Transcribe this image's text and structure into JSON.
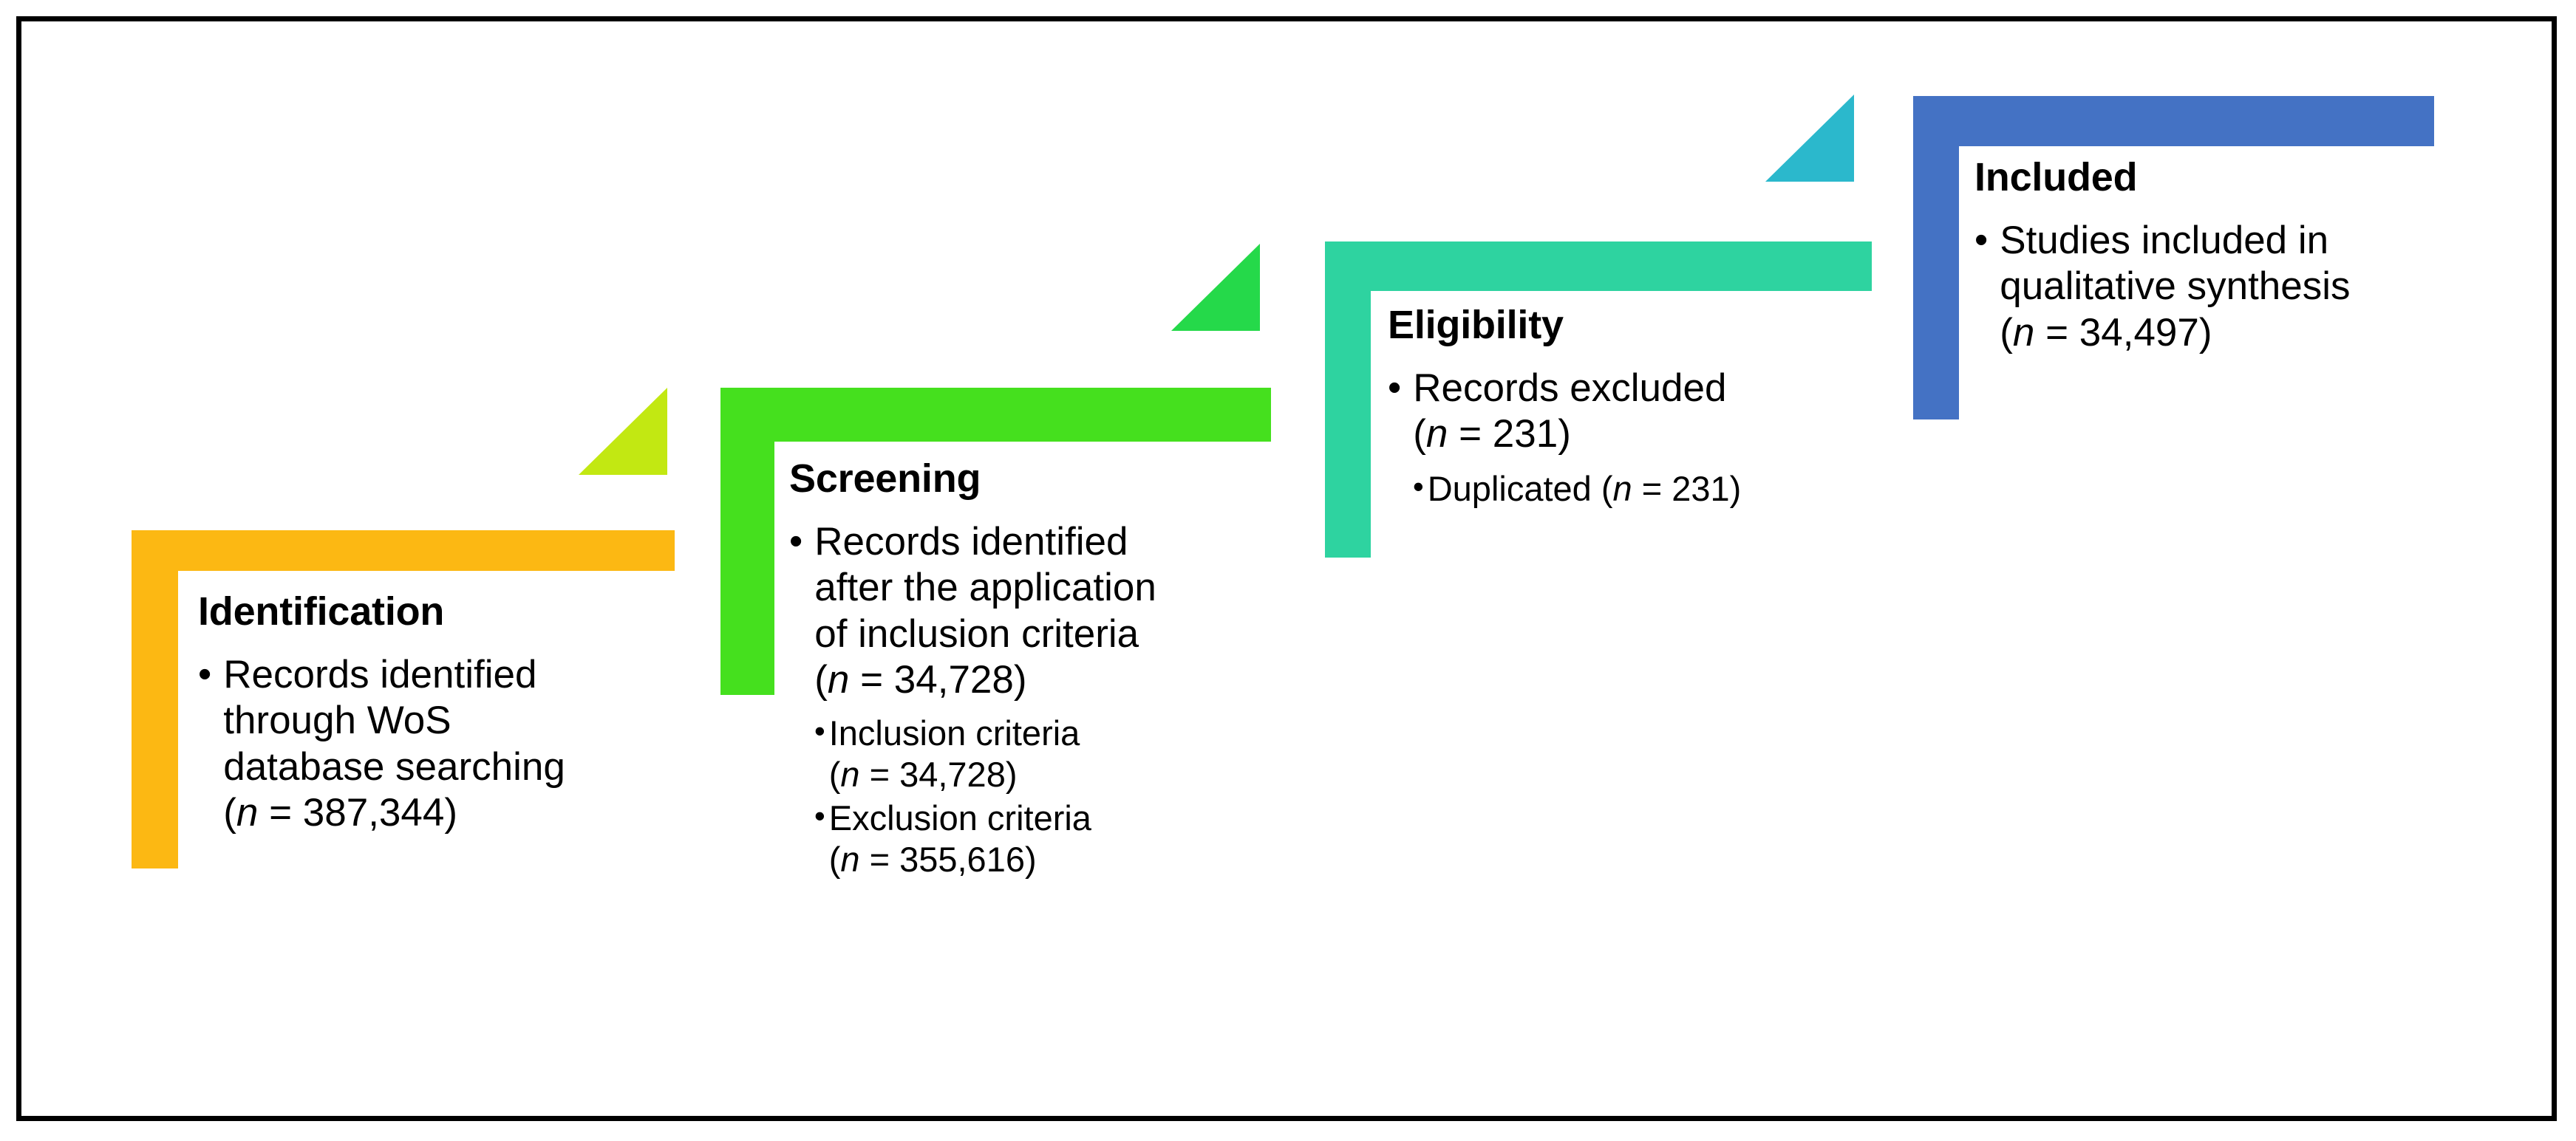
{
  "figure": {
    "type": "prisma-flow-diagram",
    "border_color": "#000000",
    "background": "#ffffff"
  },
  "stages": [
    {
      "id": "identification",
      "title": "Identification",
      "color": "#FCB813",
      "bullets": [
        {
          "text": "Records identified through WoS database searching (n = 387,344)",
          "n_label": "n",
          "n_value": "387,344"
        }
      ],
      "subbullets": []
    },
    {
      "id": "screening",
      "title": "Screening",
      "color": "#45E01E",
      "bullets": [
        {
          "text": "Records identified after the application of inclusion criteria (n = 34,728)",
          "n_label": "n",
          "n_value": "34,728"
        }
      ],
      "subbullets": [
        {
          "text": "Inclusion criteria",
          "n_label": "n",
          "n_value": "34,728"
        },
        {
          "text": "Exclusion criteria",
          "n_label": "n",
          "n_value": "355,616"
        }
      ]
    },
    {
      "id": "eligibility",
      "title": "Eligibility",
      "color": "#2ED3A0",
      "bullets": [
        {
          "text": "Records excluded (n = 231)",
          "n_label": "n",
          "n_value": "231"
        }
      ],
      "subbullets": [
        {
          "text": "Duplicated",
          "n_label": "n",
          "n_value": "231"
        }
      ]
    },
    {
      "id": "included",
      "title": "Included",
      "color": "#4472C4",
      "bullets": [
        {
          "text": "Studies included in qualitative synthesis (n = 34,497)",
          "n_label": "n",
          "n_value": "34,497"
        }
      ],
      "subbullets": []
    }
  ],
  "connectors": [
    {
      "id": "connector-1",
      "from": "identification",
      "to": "screening",
      "color": "#C2E812",
      "shape": "right-triangle"
    },
    {
      "id": "connector-2",
      "from": "screening",
      "to": "eligibility",
      "color": "#25D94A",
      "shape": "right-triangle"
    },
    {
      "id": "connector-3",
      "from": "eligibility",
      "to": "included",
      "color": "#2BB8CC",
      "shape": "right-triangle"
    }
  ],
  "text": {
    "identification": {
      "title": "Identification",
      "b1_l1": "Records identified",
      "b1_l2": "through WoS",
      "b1_l3": "database searching",
      "b1_open": "(",
      "b1_n": "n",
      "b1_eq": " = 387,344)"
    },
    "screening": {
      "title": "Screening",
      "b1_l1": "Records identified",
      "b1_l2": "after the application",
      "b1_l3": "of inclusion criteria",
      "b1_open": "(",
      "b1_n": "n",
      "b1_eq": " = 34,728)",
      "s1_text": "Inclusion criteria",
      "s1_open": "(",
      "s1_n": "n",
      "s1_eq": " = 34,728)",
      "s2_text": "Exclusion criteria",
      "s2_open": "(",
      "s2_n": "n",
      "s2_eq": " = 355,616)"
    },
    "eligibility": {
      "title": "Eligibility",
      "b1_l1": "Records excluded",
      "b1_open": "(",
      "b1_n": "n",
      "b1_eq": " = 231)",
      "s1_text": "Duplicated (",
      "s1_n": "n",
      "s1_eq": " = 231)"
    },
    "included": {
      "title": "Included",
      "b1_l1": "Studies included in",
      "b1_l2": "qualitative synthesis",
      "b1_open": "(",
      "b1_n": "n",
      "b1_eq": " = 34,497)"
    },
    "bullet_glyph": "•",
    "sub_bullet_glyph": "•"
  }
}
